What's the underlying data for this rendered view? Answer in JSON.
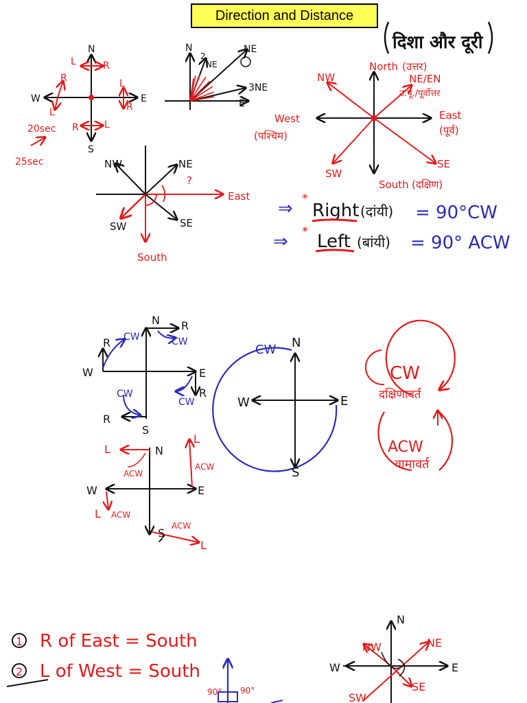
{
  "header": {
    "title": "Direction and Distance",
    "subtitle_hindi": "दिशा और दूरी"
  },
  "colors": {
    "red": "#e41a1a",
    "blue": "#2a2ab8",
    "black": "#111111",
    "title_bg": "#ffff55"
  },
  "labels": {
    "N": "N",
    "S": "S",
    "E": "E",
    "W": "W",
    "R": "R",
    "L": "L",
    "NE": "NE",
    "NW": "NW",
    "SE": "SE",
    "SW": "SW",
    "q": "?",
    "two": "2",
    "three_ne": "3NE",
    "sec20": "20sec",
    "sec25": "25sec",
    "east": "East",
    "south": "South",
    "west": "West",
    "north": "North",
    "north_hi": "(उत्तर)",
    "ne_en": "NE/EN",
    "ne_hi": "उ.पू./पूर्वोत्तर",
    "east_hi": "(पूर्व)",
    "west_hi": "(पश्चिम)",
    "south_hi": "(दक्षिण)",
    "right_rule": "Right",
    "right_hi": "(दांयी)",
    "right_val": "= 90°CW",
    "left_rule": "Left",
    "left_hi": "(बांयी)",
    "left_val": "= 90° ACW",
    "cw": "CW",
    "acw": "ACW",
    "clockwise_hi": "दक्षिणावर्त",
    "anticlockwise_hi": "वामावर्त",
    "deg90": "90°"
  },
  "rules": [
    {
      "num": "1",
      "text": "R of East = South"
    },
    {
      "num": "2",
      "text": "L of West = South"
    }
  ]
}
